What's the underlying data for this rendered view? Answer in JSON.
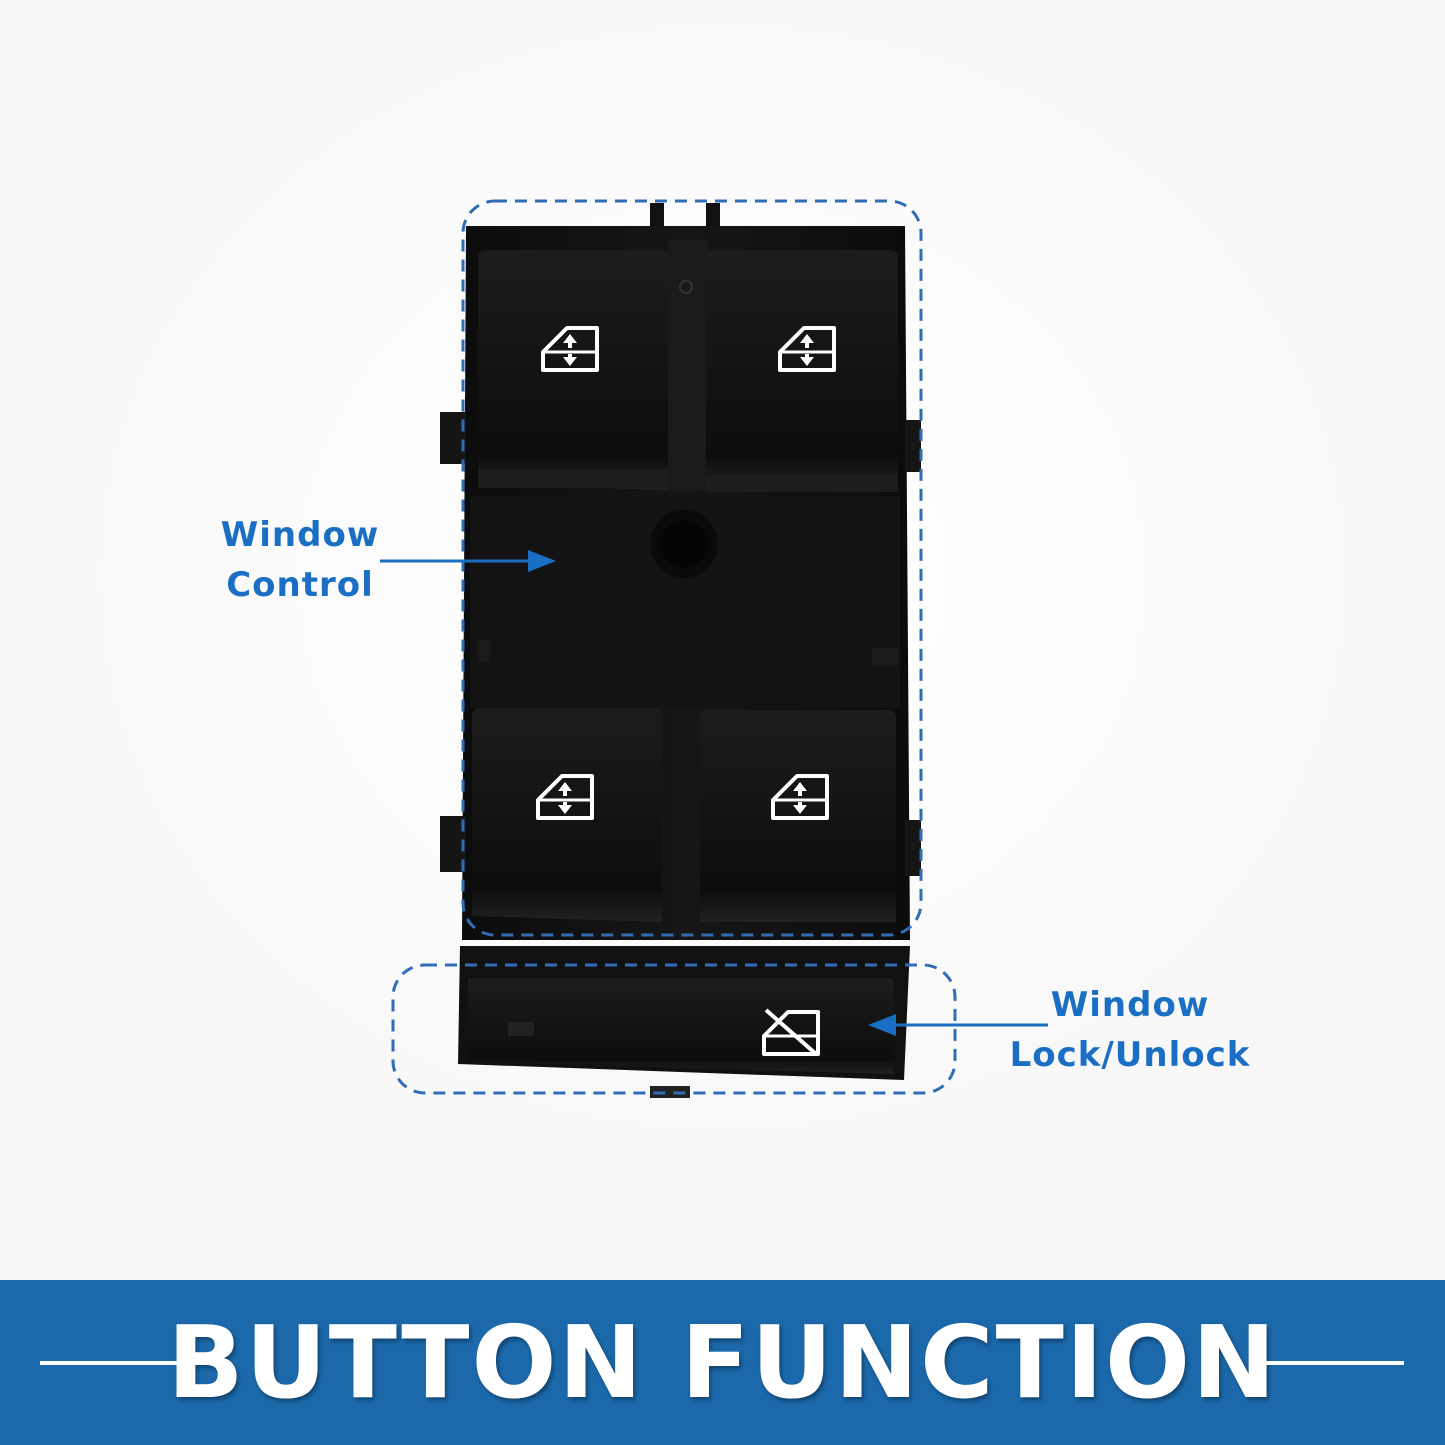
{
  "colors": {
    "accent": "#1a6fc4",
    "banner": "#1b69ab",
    "switch_body": "#111111",
    "icon": "#ffffff"
  },
  "callouts": {
    "window_control": {
      "line1": "Window",
      "line2": "Control"
    },
    "window_lock": {
      "line1": "Window",
      "line2": "Lock/Unlock"
    }
  },
  "icons": {
    "window_buttons": [
      "window-up-down-icon",
      "window-up-down-icon",
      "window-up-down-icon",
      "window-up-down-icon"
    ],
    "lock_button": "window-lock-icon"
  },
  "banner": {
    "title": "BUTTON FUNCTION"
  }
}
